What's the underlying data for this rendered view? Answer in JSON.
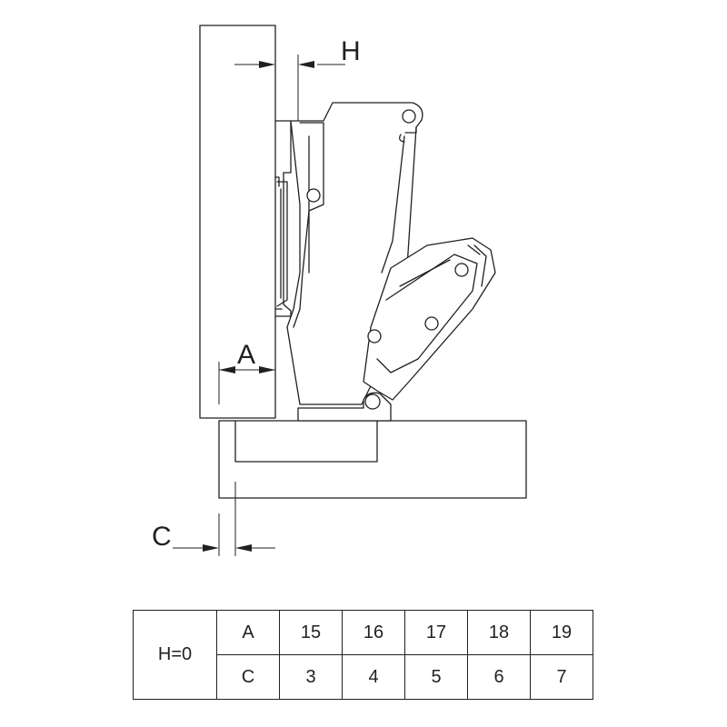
{
  "labels": {
    "dim_h": "H",
    "dim_a": "A",
    "dim_c": "C"
  },
  "table": {
    "header": "H=0",
    "rows": [
      {
        "label": "A",
        "values": [
          "15",
          "16",
          "17",
          "18",
          "19"
        ]
      },
      {
        "label": "C",
        "values": [
          "3",
          "4",
          "5",
          "6",
          "7"
        ]
      }
    ]
  }
}
